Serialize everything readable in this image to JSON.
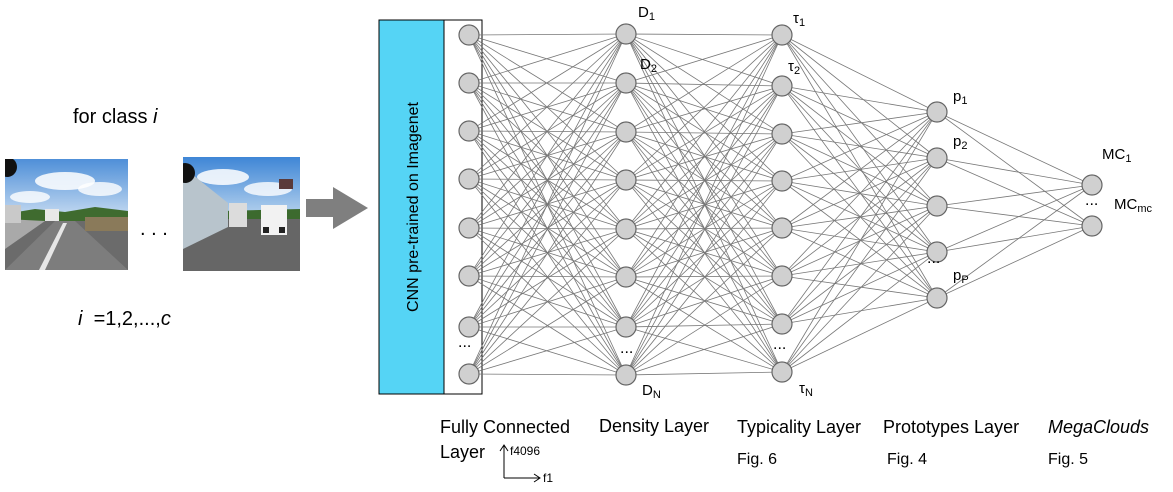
{
  "input": {
    "class_label_prefix": "for class ",
    "class_label_var": "i",
    "ellipsis": ". . .",
    "range_var": "i",
    "range_text": "  =1,2,...,",
    "range_end_var": "c"
  },
  "cnn": {
    "label": "CNN pre-trained on Imagenet",
    "ellipsis": "..."
  },
  "density": {
    "d1_base": "D",
    "d1_sub": "1",
    "d2_base": "D",
    "d2_sub": "2",
    "dn_base": "D",
    "dn_sub": "N",
    "ellipsis": "..."
  },
  "typicality": {
    "t1_base": "τ",
    "t1_sub": "1",
    "t2_base": "τ",
    "t2_sub": "2",
    "tn_base": "τ",
    "tn_sub": "N",
    "ellipsis": "..."
  },
  "prototypes": {
    "p1_base": "p",
    "p1_sub": "1",
    "p2_base": "p",
    "p2_sub": "2",
    "pp_base": "p",
    "pp_sub": "P",
    "ellipsis": "..."
  },
  "megaclouds": {
    "mc1_base": "MC",
    "mc1_sub": "1",
    "mcmc_base": "MC",
    "mcmc_sub": "mc",
    "ellipsis": "..."
  },
  "captions": {
    "fc_line1": "Fully Connected",
    "fc_line2": "Layer",
    "axis_y": "f4096",
    "axis_x": "f1",
    "density": "Density Layer",
    "typicality": "Typicality Layer",
    "typicality_fig": "Fig. 6",
    "prototypes": "Prototypes Layer",
    "prototypes_fig": "Fig. 4",
    "megaclouds": "MegaClouds",
    "megaclouds_fig": "Fig. 5"
  },
  "colors": {
    "cnn_fill": "#55d4f5",
    "node_fill": "#d0d0d0",
    "node_stroke": "#666666",
    "edge": "#777777",
    "arrow": "#7f7f7f"
  }
}
